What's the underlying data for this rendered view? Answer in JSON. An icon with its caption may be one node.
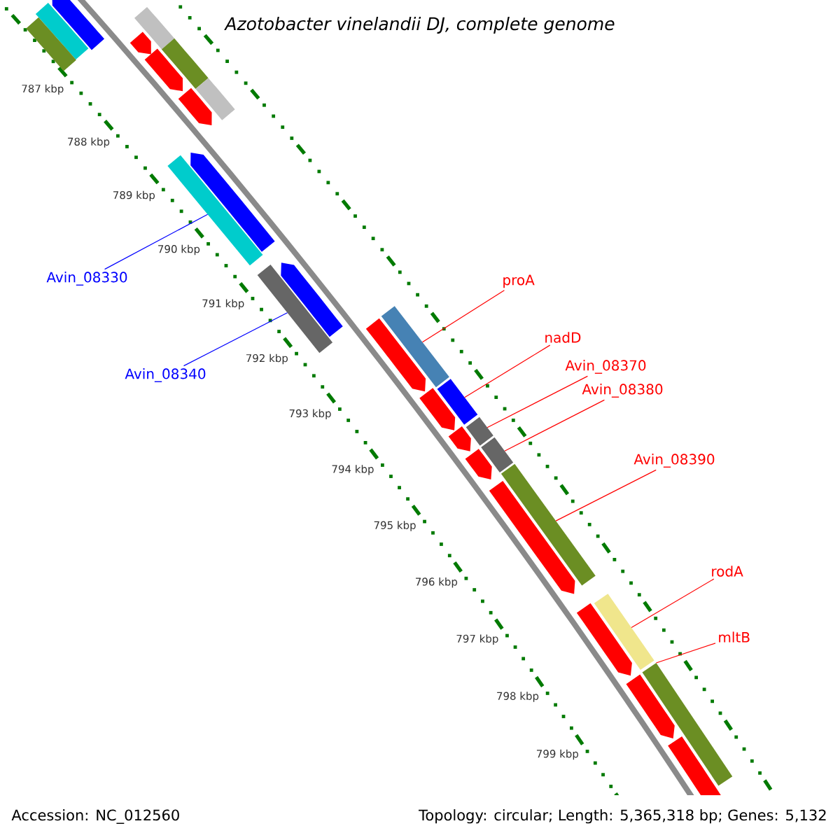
{
  "diagram": {
    "title": "Azotobacter vinelandii DJ, complete genome",
    "nodes": [
      {
        "text": [
          "Avin_08330"
        ]
      },
      {
        "text": [
          "Avin_08340"
        ]
      },
      {
        "text": [
          "proA"
        ]
      },
      {
        "text": [
          "nadD"
        ]
      },
      {
        "text": [
          "Avin_08370"
        ]
      },
      {
        "text": [
          "Avin_08380"
        ]
      },
      {
        "text": [
          "Avin_08390"
        ]
      },
      {
        "text": [
          "rodA"
        ]
      },
      {
        "text": [
          "mltB"
        ]
      },
      {
        "text": [],
        "shape": "bar"
      },
      {
        "text": [],
        "shape": "bar"
      },
      {
        "text": [],
        "shape": "bar"
      },
      {
        "text": [],
        "shape": "bar"
      },
      {
        "text": [],
        "shape": "bar"
      },
      {
        "text": [],
        "shape": "bar"
      },
      {
        "text": [],
        "shape": "bar"
      },
      {
        "text": [],
        "shape": "arrow"
      },
      {
        "text": [],
        "shape": "bar"
      },
      {
        "text": [],
        "shape": "bar"
      }
    ],
    "edges": [
      {
        "from": 0,
        "to": 9,
        "arrow": "none",
        "color": "#0000ff"
      },
      {
        "from": 1,
        "to": 10,
        "arrow": "none",
        "color": "#0000ff"
      },
      {
        "from": 2,
        "to": 11,
        "arrow": "none"
      },
      {
        "from": 3,
        "to": 12,
        "arrow": "none"
      },
      {
        "from": 4,
        "to": 13,
        "arrow": "none"
      },
      {
        "from": 5,
        "to": 14,
        "arrow": "none"
      },
      {
        "from": 6,
        "to": 15,
        "arrow": "none"
      },
      {
        "from": 7,
        "to": 17,
        "arrow": "none"
      },
      {
        "from": 8,
        "to": 18,
        "arrow": "none"
      }
    ],
    "labels": [
      "787 kbp",
      "788 kbp",
      "789 kbp",
      "790 kbp",
      "791 kbp",
      "792 kbp",
      "793 kbp",
      "794 kbp",
      "795 kbp",
      "796 kbp",
      "797 kbp",
      "798 kbp",
      "799 kbp",
      "Accession: NC_012560",
      "Topology: circular; Length: 5,365,318 bp; Genes: 5,132"
    ]
  }
}
